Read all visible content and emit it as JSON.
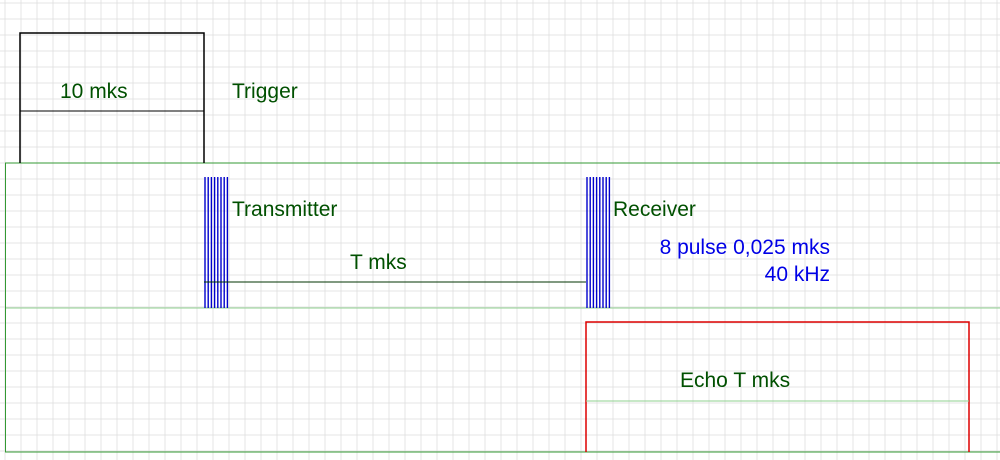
{
  "labels": {
    "trigger_width": "10 mks",
    "trigger": "Trigger",
    "transmitter": "Transmitter",
    "receiver": "Receiver",
    "delay": "T mks",
    "pulse_spec": "8 pulse 0,025 mks",
    "frequency": "40 kHz",
    "echo": "Echo T mks"
  },
  "colors": {
    "grid": "#dcdcdc",
    "baseline": "#339933",
    "trigger_pulse": "#000000",
    "burst": "#0000cc",
    "echo_pulse": "#dd0000",
    "text": "#005000",
    "spec_text": "#0000e6"
  },
  "burst_line_count": 8
}
